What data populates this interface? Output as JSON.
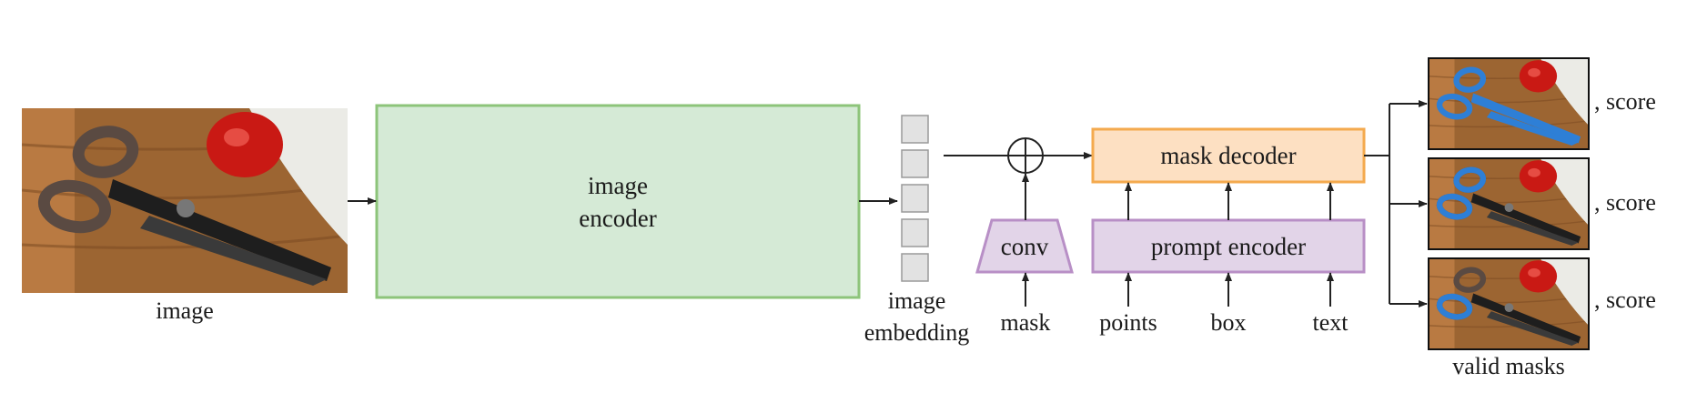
{
  "input": {
    "label": "image"
  },
  "image_encoder": {
    "line1": "image",
    "line2": "encoder",
    "fill": "#d5ead6",
    "stroke": "#8dc47a"
  },
  "embedding": {
    "line1": "image",
    "line2": "embedding",
    "cells": 5
  },
  "conv": {
    "label": "conv",
    "input_label": "mask",
    "fill": "#e2d4e8",
    "stroke": "#b88fc6"
  },
  "prompt_encoder": {
    "label": "prompt encoder",
    "inputs": [
      "points",
      "box",
      "text"
    ],
    "fill": "#e2d4e8",
    "stroke": "#b88fc6"
  },
  "mask_decoder": {
    "label": "mask decoder",
    "fill": "#fde0c2",
    "stroke": "#f4aa4e"
  },
  "outputs": {
    "scores": [
      ", score",
      ", score",
      ", score"
    ],
    "caption": "valid masks",
    "mask_color": "#2e7fd6"
  }
}
